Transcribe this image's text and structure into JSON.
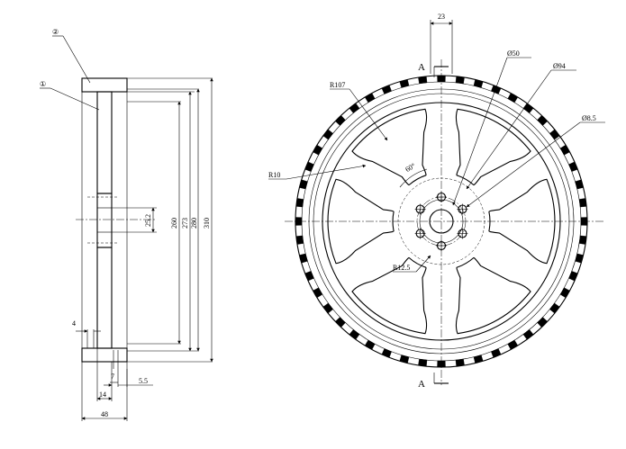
{
  "side_view": {
    "balloon_1": "①",
    "balloon_2": "②",
    "dims": {
      "d_25_2": "25.2",
      "d_260": "260",
      "d_273": "273",
      "d_280": "280",
      "d_310": "310",
      "w_4": "4",
      "w_7": "7",
      "w_14": "14",
      "w_5_5": "5.5",
      "w_48": "48"
    }
  },
  "front_view": {
    "section_top": "A",
    "section_bottom": "A",
    "dims": {
      "w_23": "23",
      "d_50": "Ø50",
      "d_94": "Ø94",
      "d_8_5": "Ø8.5",
      "r_107": "R107",
      "r_10": "R10",
      "angle_60": "60°",
      "r_12_5": "R12.5"
    }
  },
  "colors": {
    "line": "#000000",
    "background": "#ffffff"
  }
}
